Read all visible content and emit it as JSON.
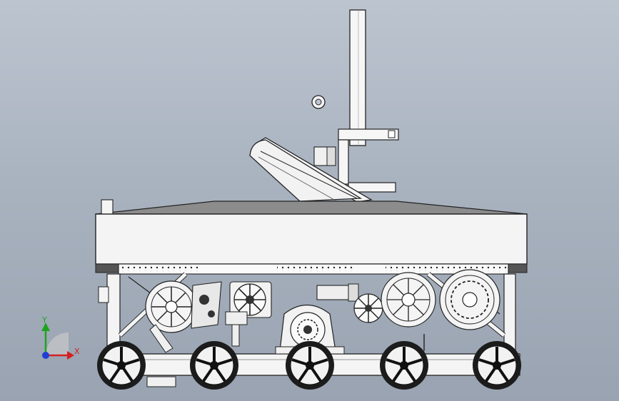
{
  "viewport": {
    "background_top": "#bcc4cf",
    "background_bottom": "#99a3b1"
  },
  "model": {
    "line_color": "#1a1a1a",
    "body_fill": "#f4f4f4",
    "top_fill": "#8c8c8c",
    "wheel_count": 5
  },
  "triad": {
    "x_label": "X",
    "y_label": "Y",
    "x_color": "#d32020",
    "y_color": "#1fa31f",
    "z_color": "#1f3fd3"
  }
}
